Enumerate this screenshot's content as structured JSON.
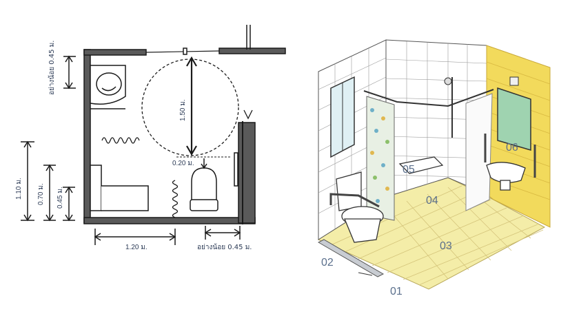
{
  "plan": {
    "dims": {
      "top_left_min": "อย่างน้อย 0.45 ม.",
      "turn_diameter": "1.50 ม.",
      "toilet_clear": "0.20 ม.",
      "h_110": "1.10 ม.",
      "h_070": "0.70 ม.",
      "h_045": "0.45 ม.",
      "width_120": "1.20 ม.",
      "bottom_min": "อย่างน้อย 0.45 ม."
    }
  },
  "perspective": {
    "labels": [
      "01",
      "02",
      "03",
      "04",
      "05",
      "06"
    ]
  },
  "colors": {
    "wall_fill": "#5a5a5a",
    "ink": "#1a1a1a",
    "label_text": "#2b3a55",
    "floor_yellow": "#f4eda8",
    "accent_wall": "#f2da5c",
    "mirror_green": "#9fd3b0",
    "number_blue": "#5a6f8c"
  }
}
